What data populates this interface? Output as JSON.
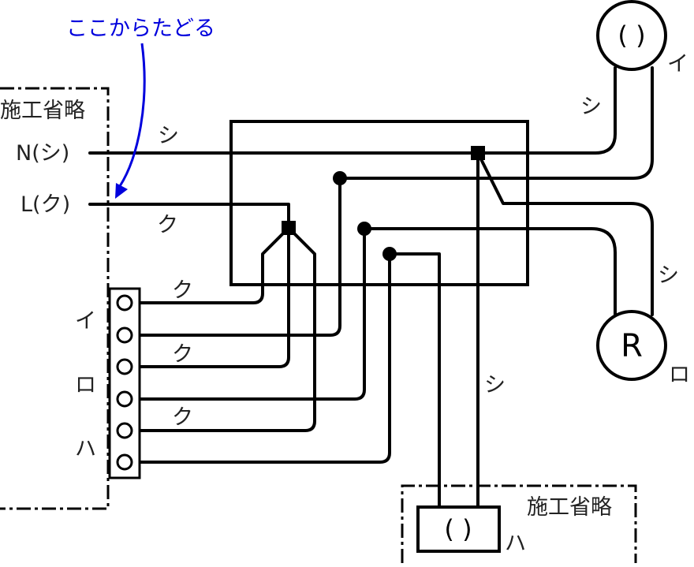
{
  "annotation": {
    "text": "ここからたどる",
    "color": "#0000dd"
  },
  "panel_left": {
    "title": "施工省略"
  },
  "panel_bottom": {
    "title": "施工省略"
  },
  "source": {
    "neutral_label": "N(シ)",
    "line_label": "L(ク)"
  },
  "wire_labels": {
    "white": "シ",
    "black": "ク",
    "black_color": "#ee0000"
  },
  "switch_terminals": {
    "labels": [
      "イ",
      "ロ",
      "ハ"
    ]
  },
  "lamp_i": {
    "symbol": "( )",
    "label": "イ"
  },
  "lamp_ro": {
    "symbol": "R",
    "label": "ロ"
  },
  "lamp_ha": {
    "symbol": "( )",
    "label": "ハ"
  }
}
